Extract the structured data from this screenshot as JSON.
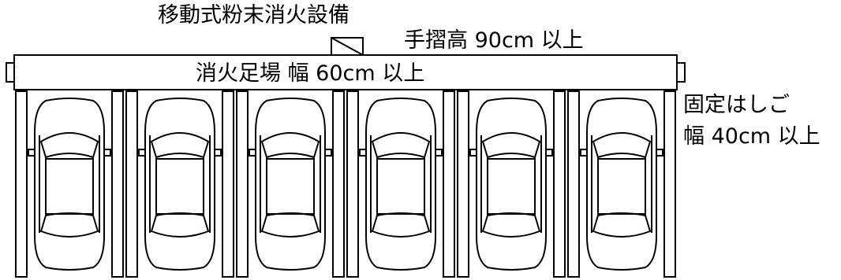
{
  "labels": {
    "extinguisher": "移動式粉末消火設備",
    "handrail": "手摺高 90cm 以上",
    "walkway": "消火足場 幅 60cm 以上",
    "ladder_line1": "固定はしご",
    "ladder_line2": "幅 40cm 以上"
  },
  "parking": {
    "bays": 6
  },
  "colors": {
    "line": "#000000",
    "background": "#ffffff"
  }
}
